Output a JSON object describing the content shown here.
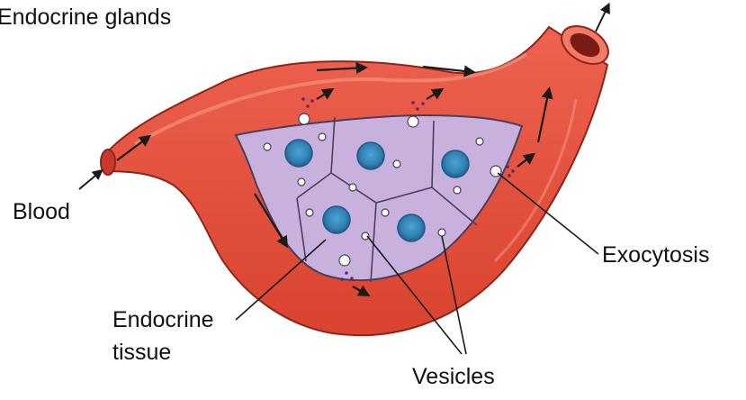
{
  "labels": {
    "title": "Endocrine glands",
    "blood": "Blood",
    "exocytosis": "Exocytosis",
    "endocrine_tissue_line1": "Endocrine",
    "endocrine_tissue_line2": "tissue",
    "vesicles": "Vesicles"
  },
  "colors": {
    "vessel": "#e8503e",
    "vessel_dark": "#b93326",
    "vessel_highlight": "#f59a84",
    "cell_fill": "#c8b2dd",
    "cell_border": "#4b3d5c",
    "nucleus": "#2f7fb3",
    "nucleus_dark": "#1f5c87",
    "arrow": "#1a1a1a"
  }
}
